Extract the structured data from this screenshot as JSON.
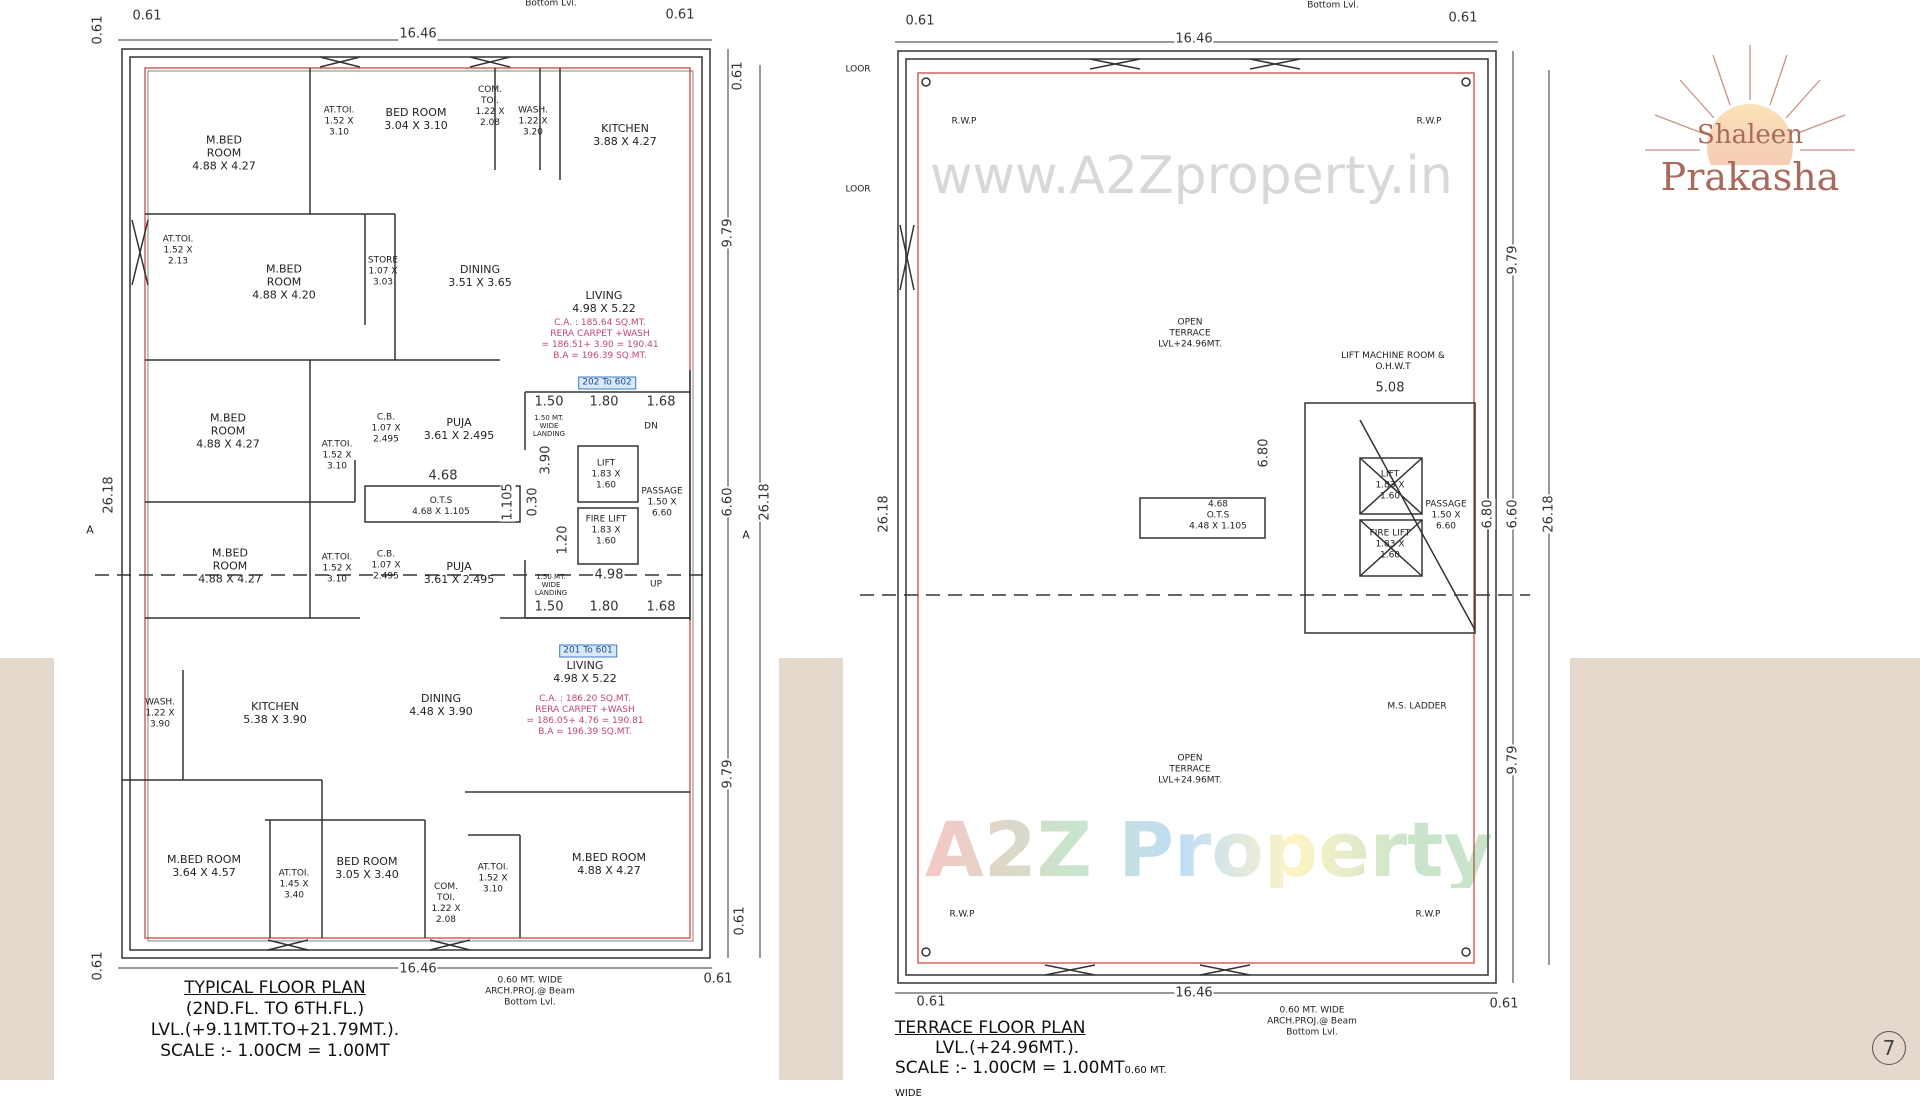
{
  "colors": {
    "background": "#ffffff",
    "beige_panel": "#e5d8cd",
    "wall": "#333333",
    "red_line": "#d9605a",
    "logo": "#a86a5c"
  },
  "watermarks": {
    "brand": "A2Z Property",
    "site": "www.A2Zproperty.in"
  },
  "logo": {
    "line1": "Shaleen",
    "line2": "Prakasha"
  },
  "page_number": "7",
  "typical_plan": {
    "title": "TYPICAL FLOOR PLAN",
    "floors": "(2ND.FL. TO 6TH.FL.)",
    "level": "LVL.(+9.11MT.TO+21.79MT.).",
    "scale": "SCALE :- 1.00CM = 1.00MT",
    "arch_note_top": "Bottom Lvl.",
    "arch_note_bottom": "0.60 MT. WIDE\nARCH.PROJ.@ Beam\nBottom Lvl.",
    "rooms": [
      "M.BED\nROOM\n4.88 X 4.27",
      "AT.TOI.\n1.52 X\n3.10",
      "BED ROOM\n3.04 X 3.10",
      "COM.\nTOI.\n1.22 X\n2.08",
      "WASH.\n1.22 X\n3.20",
      "KITCHEN\n3.88 X 4.27",
      "AT.TOI.\n1.52 X\n2.13",
      "M.BED\nROOM\n4.88 X 4.20",
      "STORE\n1.07 X\n3.03",
      "DINING\n3.51 X 3.65",
      "LIVING\n4.98 X 5.22",
      "M.BED\nROOM\n4.88 X 4.27",
      "AT.TOI.\n1.52 X\n3.10",
      "C.B.\n1.07 X\n2.495",
      "PUJA\n3.61 X 2.495",
      "O.T.S\n4.68 X 1.105",
      "LIFT\n1.83 X\n1.60",
      "FIRE LIFT\n1.83 X\n1.60",
      "PASSAGE\n1.50 X\n6.60",
      "M.BED\nROOM\n4.88 X 4.27",
      "AT.TOI.\n1.52 X\n3.10",
      "C.B.\n1.07 X\n2.495",
      "PUJA\n3.61 X 2.495",
      "LIVING\n4.98 X 5.22",
      "WASH.\n1.22 X\n3.90",
      "KITCHEN\n5.38 X 3.90",
      "DINING\n4.48 X 3.90",
      "M.BED ROOM\n3.64 X 4.57",
      "AT.TOI.\n1.45 X\n3.40",
      "BED ROOM\n3.05 X 3.40",
      "COM.\nTOI.\n1.22 X\n2.08",
      "AT.TOI.\n1.52 X\n3.10",
      "M.BED ROOM\n4.88 X 4.27"
    ],
    "area_notes": [
      "C.A. : 185.64 SQ.MT.\nRERA CARPET +WASH\n= 186.51+ 3.90 = 190.41\nB.A = 196.39 SQ.MT.",
      "C.A. : 186.20 SQ.MT.\nRERA CARPET +WASH\n= 186.05+ 4.76 = 190.81\nB.A = 196.39 SQ.MT."
    ],
    "unit_tags": [
      "202 To 602",
      "201 To 601"
    ],
    "landing": "1.50 MT.\nWIDE\nLANDING",
    "dims": {
      "width": "16.46",
      "edge": "0.61",
      "seg1": "9.79",
      "seg2": "6.60",
      "seg3": "9.79",
      "total": "26.18",
      "stair_a": "1.50",
      "stair_b": "1.80",
      "stair_c": "1.68",
      "ots": "4.68",
      "stair_h": "3.90",
      "lift_gap": "0.30",
      "lift_gap2": "1.20",
      "ots_h": "1.105",
      "landing_w": "4.98"
    },
    "markers": {
      "section": "A",
      "up": "UP",
      "down": "DN"
    }
  },
  "terrace_plan": {
    "title": "TERRACE FLOOR PLAN",
    "level": "LVL.(+24.96MT.).",
    "scale": "SCALE :- 1.00CM = 1.00MT",
    "scale_suffix": "0.60 MT. WIDE",
    "arch_note_top": "Bottom Lvl.",
    "arch_note_bottom": "0.60 MT. WIDE\nARCH.PROJ.@ Beam\nBottom Lvl.",
    "open_terrace": "OPEN\nTERRACE\nLVL+24.96MT.",
    "rwp": "R.W.P",
    "lift_machine": "LIFT MACHINE ROOM &\nO.H.W.T",
    "lift": "LIFT\n1.83 X\n1.60",
    "fire_lift": "FIRE LIFT\n1.83 X\n1.60",
    "passage": "PASSAGE\n1.50 X\n6.60",
    "ots": "4.68\nO.T.S\n4.48 X 1.105",
    "ladder": "M.S. LADDER",
    "loor": "LOOR",
    "dims": {
      "width": "16.46",
      "edge": "0.61",
      "seg1": "9.79",
      "seg2": "6.60",
      "seg3": "9.79",
      "total": "26.18",
      "machine": "5.08",
      "h1": "6.80"
    }
  }
}
